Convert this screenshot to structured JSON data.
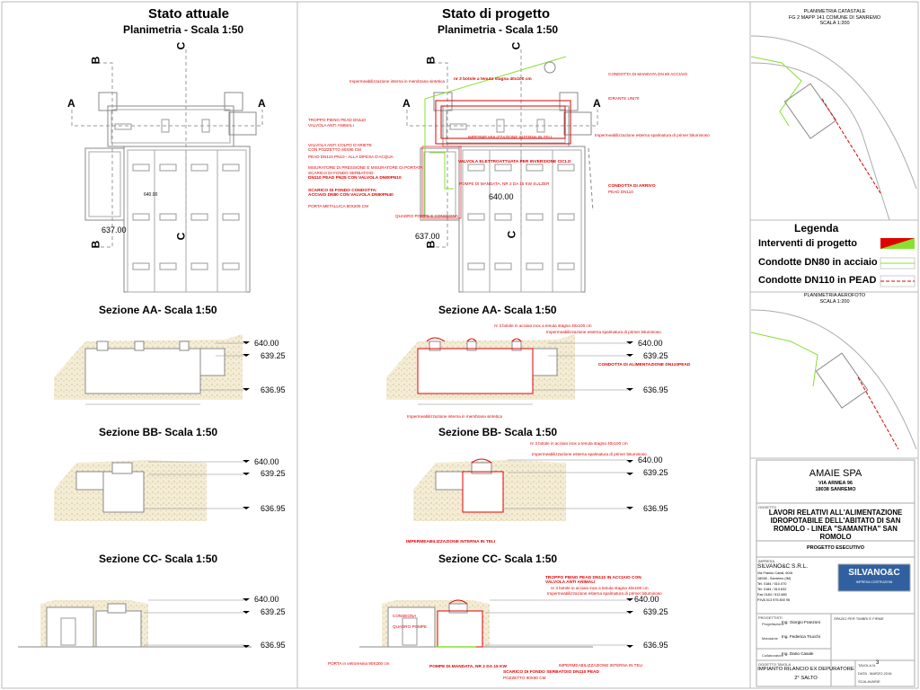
{
  "left": {
    "title": "Stato attuale",
    "plan_title": "Planimetria - Scala 1:50",
    "section_aa": "Sezione AA- Scala 1:50",
    "section_bb": "Sezione BB- Scala 1:50",
    "section_cc": "Sezione CC- Scala 1:50",
    "plan_elev_1": "640.00",
    "plan_elev_2": "637.00"
  },
  "right": {
    "title": "Stato di progetto",
    "plan_title": "Planimetria - Scala 1:50",
    "section_aa": "Sezione AA- Scala 1:50",
    "section_bb": "Sezione BB- Scala 1:50",
    "section_cc": "Sezione CC- Scala 1:50",
    "plan_elev_1": "640.00",
    "plan_elev_2": "637.00"
  },
  "section_letters": {
    "a": "A",
    "b": "B",
    "c": "C"
  },
  "elevations": {
    "e1": "640.00",
    "e2": "639.25",
    "e3": "636.95"
  },
  "plan_notes": [
    "Impermeabilizzazione interna in membrana sintetica",
    "nr 3 botole a tenuta stagna 40x100 cm",
    "TROPPO PIENO PEAD DN110",
    "VALVOLA ANTI ANIMALI",
    "VALVOLA ANTI COLPO D'ARIETE",
    "CON POZZETTO 90X90 CM",
    "PEAD DN110 PN10 - ALLA DIFESA D'ACQUA",
    "MISURATORE DI PRESSIONE E MISURATORE DI PORTATA",
    "SCARICO DI FONDO SERBATOIO:",
    "DN110 PEAD PN25 CON VALVOLA DN80PN10",
    "SCARICO DI FONDO CONDOTTA:",
    "ACCIAIO DN80 CON VALVOLA DN80PN40",
    "PORTA METALLICA 90X200 CM",
    "QUADRO POMPE E CONSEGNA",
    "IMPERMEABILIZZAZIONE INTERNA IN TELI",
    "VALVOLA ELETTROATTUATA PER INVERSIONE CICLO",
    "POMPE DI MANDATA, NR 2 DA 15 KW SULZER",
    "CONDOTTA DI MANDATA DN 80 ACCIAIO",
    "IDRANTE UNI70",
    "Impermeabilizzazione esterna spalmatura di primer bituminoso",
    "CONDOTTA DI ARRIVO",
    "PEAD DN110"
  ],
  "aa_notes": [
    "nr 3 botole in acciaio inox a tenuta stagna 40x100 cm",
    "Impermeabilizzazione esterna spalmatura di primer bituminoso",
    "CONDOTTA DI ALIMENTAZIONE DN110PEAD",
    "Impermeabilizzazione interna in membrana sintetica"
  ],
  "bb_notes": [
    "nr 3 botole in acciaio inox a tenuta stagna 40x100 cm",
    "Impermeabilizzazione esterna spalmatura di primer bituminoso",
    "IMPERMEABILIZZAZIONE INTERNA IN TELI"
  ],
  "cc_notes": [
    "TROPPO PIENO PEAD DN110 IN ACCIAIO CON",
    "VALVOLA ANTI ANIMALI",
    "nr 3 botole in acciaio inox a tenuta stagna 40x100 cm",
    "Impermeabilizzazione esterna spalmatura di primer bituminoso",
    "CONSEGNA",
    "QUADRO POMPE",
    "PORTA in vetroresina 90X200 cm",
    "POMPE DI MANDATA, NR 2 DA 15 KW",
    "SCARICO DI FONDO SERBATOIO DN110 PEAD",
    "POZZETTO 90X90 CM",
    "IMPERMEABILIZZAZIONE INTERNA IN TELI"
  ],
  "side": {
    "cadastral_title": "PLANIMETRIA CATASTALE",
    "cadastral_sub": "FG 2 MAPP 141 COMUNE DI SANREMO",
    "cadastral_scale": "SCALA 1:200",
    "legend_title": "Legenda",
    "legend": [
      {
        "label": "Interventi di progetto"
      },
      {
        "label": "Condotte DN80 in acciaio"
      },
      {
        "label": "Condotte DN110 in PEAD"
      }
    ],
    "aerial_title": "PLANIMETRIA AEROFOTO",
    "aerial_scale": "SCALA 1:200"
  },
  "title_block": {
    "client": "AMAIE SPA",
    "client_addr1": "VIA ARMEA 96",
    "client_addr2": "18038 SANREMO",
    "object_label": "OGGETTO",
    "project": "LAVORI RELATIVI ALL'ALIMENTAZIONE IDROPOTABILE DELL'ABITATO DI SAN ROMOLO - LINEA \"SAMANTHA\" SAN ROMOLO",
    "phase": "PROGETTO ESECUTIVO",
    "company_label": "IMPRESA",
    "company": "SILVANO&C S.R.L.",
    "company_lines": [
      "Via Franko Canal, 60/A",
      "18038 - Sanremo (IM)",
      "Tel. 0184 / 510.070",
      "Tel. 0184 / 513.632",
      "Fax 0184 / 512.880",
      "P.IVA 013 975 800 95"
    ],
    "logo": "SILVANO&C",
    "logo_sub": "IMPRESA COSTRUZIONI",
    "designers_label": "PROGETTISTI",
    "designer_role": "Progettazione",
    "designer": "Ing. Giorgio Franzoni",
    "manager_role": "Mandante",
    "manager": "Ing. Federica Trucchi",
    "collab_role": "Collaboratore",
    "collab": "Ing. Dario Casale",
    "stamp_label": "SPAZIO PER TIMBRI E FIRME",
    "sheet_object_label": "OGGETTO TAVOLA",
    "sheet_title1": "IMPIANTO RILANCIO EX DEPURATORE",
    "sheet_title2": "2° SALTO",
    "sheet_no_label": "TAVOLA N.",
    "sheet_no": "3",
    "date_label": "DATA",
    "date": "MARZO 2016",
    "scale_label": "SCALA",
    "scale": "VARIE"
  },
  "colors": {
    "red": "#e00000",
    "green": "#88e030",
    "line": "#888888"
  }
}
